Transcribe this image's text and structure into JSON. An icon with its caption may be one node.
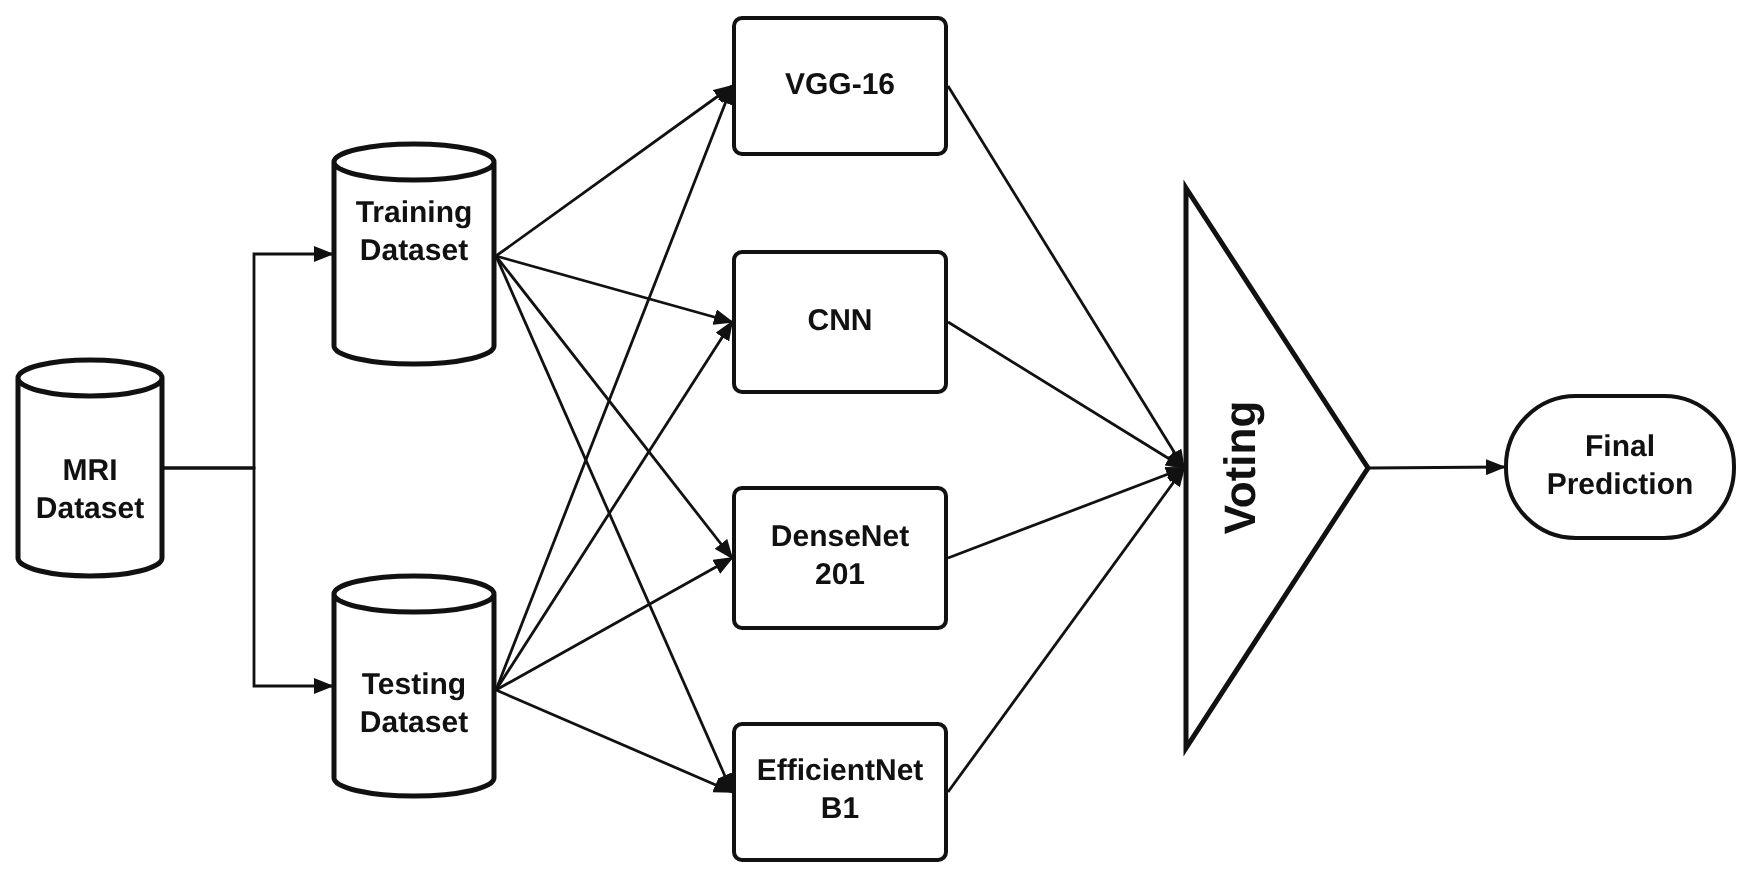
{
  "diagram": {
    "nodes": [
      {
        "text": [
          "MRI Dataset"
        ]
      },
      {
        "text": [
          "Training Dataset"
        ]
      },
      {
        "text": [
          "Testing Dataset"
        ]
      },
      {
        "text": [
          "VGG-16"
        ]
      },
      {
        "text": [
          "CNN"
        ]
      },
      {
        "text": [
          "DenseNet 201"
        ]
      },
      {
        "text": [
          "EfficientNet B1"
        ]
      },
      {
        "text": [
          "Voting"
        ]
      },
      {
        "text": [
          "Final Prediction"
        ]
      }
    ],
    "edges": [
      {
        "from": 0,
        "to": 1,
        "arrow": "to"
      },
      {
        "from": 0,
        "to": 2,
        "arrow": "to"
      },
      {
        "from": 1,
        "to": 3,
        "arrow": "to"
      },
      {
        "from": 1,
        "to": 4,
        "arrow": "to"
      },
      {
        "from": 1,
        "to": 5,
        "arrow": "to"
      },
      {
        "from": 1,
        "to": 6,
        "arrow": "to"
      },
      {
        "from": 2,
        "to": 3,
        "arrow": "to"
      },
      {
        "from": 2,
        "to": 4,
        "arrow": "to"
      },
      {
        "from": 2,
        "to": 5,
        "arrow": "to"
      },
      {
        "from": 2,
        "to": 6,
        "arrow": "to"
      },
      {
        "from": 3,
        "to": 7,
        "arrow": "to"
      },
      {
        "from": 4,
        "to": 7,
        "arrow": "to"
      },
      {
        "from": 5,
        "to": 7,
        "arrow": "to"
      },
      {
        "from": 6,
        "to": 7,
        "arrow": "to"
      },
      {
        "from": 7,
        "to": 8,
        "arrow": "to"
      }
    ]
  }
}
